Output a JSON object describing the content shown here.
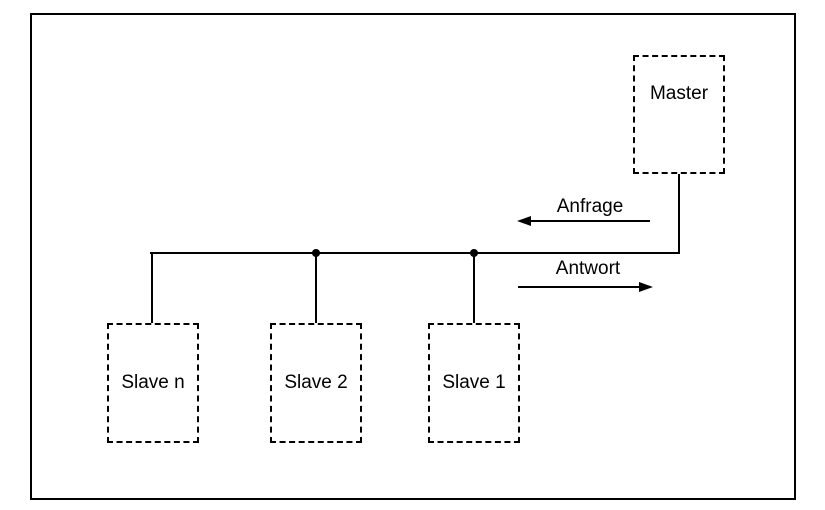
{
  "diagram": {
    "type": "master-slave-bus-topology",
    "nodes": {
      "master": {
        "label": "Master"
      },
      "slave_n": {
        "label": "Slave n"
      },
      "slave_2": {
        "label": "Slave 2"
      },
      "slave_1": {
        "label": "Slave 1"
      }
    },
    "arrows": {
      "request": {
        "label": "Anfrage",
        "direction": "left"
      },
      "response": {
        "label": "Antwort",
        "direction": "right"
      }
    },
    "colors": {
      "line": "#000000",
      "text": "#000000",
      "background": "#ffffff"
    }
  }
}
